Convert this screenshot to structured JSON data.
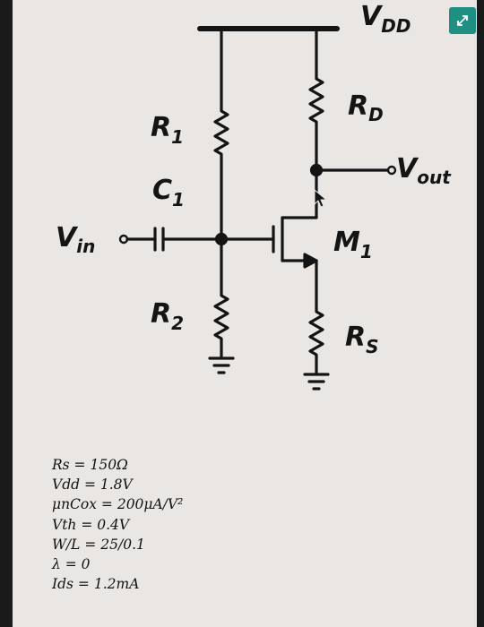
{
  "diagram": {
    "labels": {
      "vdd": "V",
      "vdd_sub": "DD",
      "rd": "R",
      "rd_sub": "D",
      "r1": "R",
      "r1_sub": "1",
      "c1": "C",
      "c1_sub": "1",
      "vin": "V",
      "vin_sub": "in",
      "vout": "V",
      "vout_sub": "out",
      "m1": "M",
      "m1_sub": "1",
      "r2": "R",
      "r2_sub": "2",
      "rs": "R",
      "rs_sub": "S"
    },
    "parameters": [
      "Rs = 150Ω",
      "Vdd = 1.8V",
      "μnCox = 200μA/V²",
      "Vth = 0.4V",
      "W/L = 25/0.1",
      "λ = 0",
      "Ids = 1.2mA"
    ]
  },
  "ui": {
    "expand_icon": "expand-arrows-icon",
    "accent_color": "#1f8f83"
  }
}
